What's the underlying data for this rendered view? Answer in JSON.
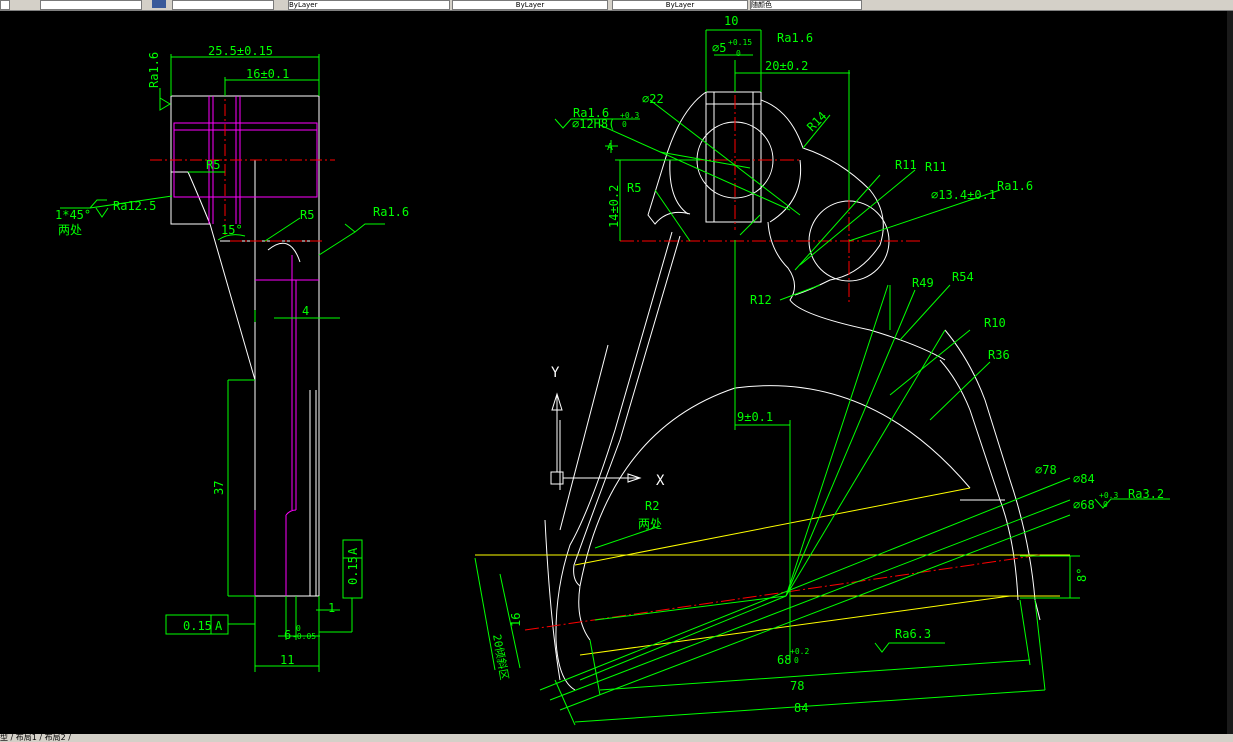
{
  "toolbar": {
    "layer_combo_1": "ByLayer",
    "layer_combo_2": "ByLayer",
    "layer_combo_3": "ByLayer",
    "color_combo": "随颜色"
  },
  "status": {
    "tabs": "型 / 布局1 / 布局2 /"
  },
  "left_view": {
    "dim_width": "25.5±0.15",
    "dim_inner": "16±0.1",
    "ra_top": "Ra1.6",
    "r5_a": "R5",
    "r5_b": "R5",
    "chamfer": "1*45°",
    "chamfer_note": "两处",
    "ra_chamfer": "Ra12.5",
    "ra_right": "Ra1.6",
    "angle": "15°",
    "dim_4": "4",
    "dim_37": "37",
    "tol_right": "0.15",
    "tol_right_ref": "A",
    "tol_bottom": "0.15",
    "tol_bottom_ref": "A",
    "dim_1": "1",
    "dim_6": "6",
    "dim_6_tol_upper": "0",
    "dim_6_tol_lower": "-0.05",
    "dim_11": "11"
  },
  "right_view": {
    "dim_10": "10",
    "hole_5": "⌀5",
    "hole_5_tol_upper": "+0.15",
    "hole_5_tol_lower": "0",
    "ra_hole5": "Ra1.6",
    "dim_20": "20±0.2",
    "dia_22": "⌀22",
    "ra_12h8": "Ra1.6",
    "hole_12h8": "⌀12H8(",
    "hole_12h8_tol_upper": "+0.3",
    "hole_12h8_tol_lower": "0",
    "datum_a": "A",
    "r14": "R14",
    "r11_a": "R11",
    "r11_b": "R11",
    "ra_13": "Ra1.6",
    "hole_13": "⌀13.4±0.1",
    "r5": "R5",
    "dim_14": "14±0.2",
    "r12": "R12",
    "r49": "R49",
    "r54": "R54",
    "r10": "R10",
    "r36": "R36",
    "axis_y": "Y",
    "axis_x": "X",
    "dim_9": "9±0.1",
    "r2": "R2",
    "r2_note": "两处",
    "dia_78": "⌀78",
    "dia_84": "⌀84",
    "dia_68": "⌀68",
    "dia_68_tol_upper": "+0.3",
    "dia_68_tol_lower": "0",
    "ra_68": "Ra3.2",
    "angle_8": "8°",
    "side_note": "20倾斜区",
    "dim_16": "16",
    "ra_bottom": "Ra6.3",
    "dim_68": "68",
    "dim_68_tol_upper": "+0.2",
    "dim_68_tol_lower": "0",
    "dim_78": "78",
    "dim_84": "84"
  },
  "colors": {
    "outline": "#ffffff",
    "dimension": "#00ff00",
    "centerline": "#ff0000",
    "hidden": "#ff00ff",
    "construction": "#ffff00",
    "background": "#000000"
  }
}
